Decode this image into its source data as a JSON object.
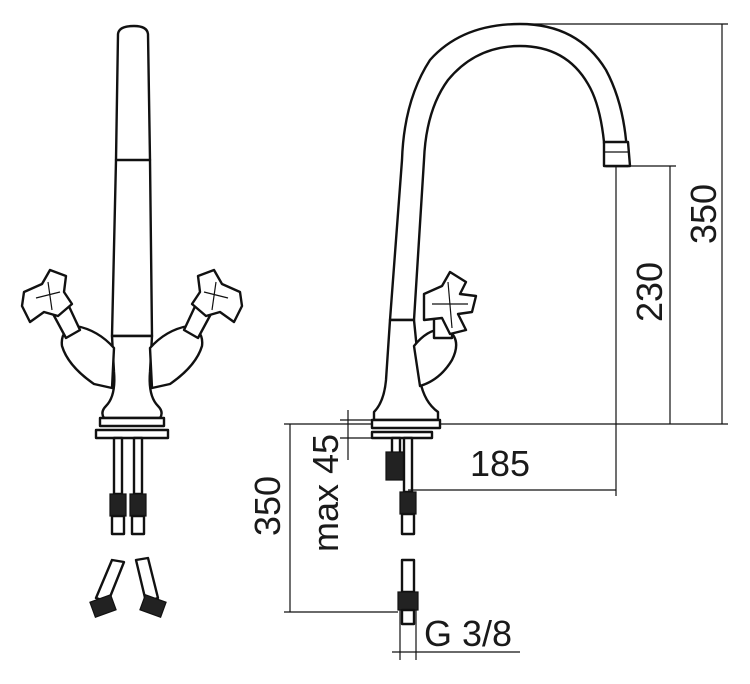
{
  "drawing": {
    "ink_color": "#111111",
    "background": "#ffffff",
    "front_view": {
      "icons": [
        "cross-handle-icon",
        "cross-handle-icon"
      ]
    },
    "side_view": {
      "dimensions": {
        "total_height": "350",
        "spout_height": "230",
        "spout_reach": "185",
        "max_deck_thickness": "max 45",
        "hose_length": "350",
        "connection_thread": "G 3/8"
      }
    }
  }
}
